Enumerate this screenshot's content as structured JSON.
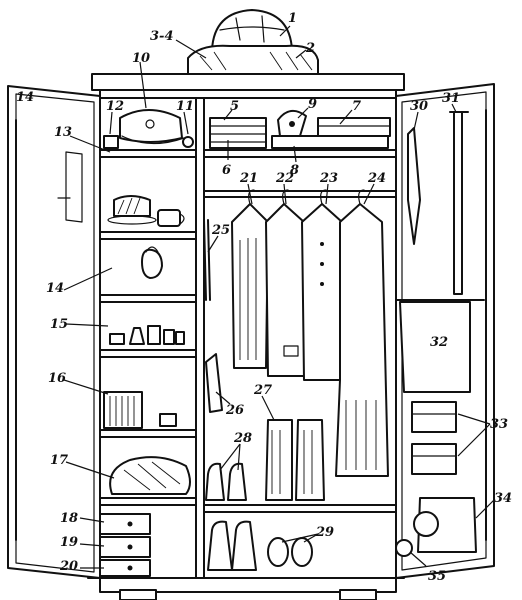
{
  "diagram": {
    "door_marker": "14",
    "callouts": [
      {
        "id": "c1",
        "text": "1"
      },
      {
        "id": "c2",
        "text": "2"
      },
      {
        "id": "c34",
        "text": "3-4"
      },
      {
        "id": "c5",
        "text": "5"
      },
      {
        "id": "c6",
        "text": "6"
      },
      {
        "id": "c7",
        "text": "7"
      },
      {
        "id": "c8",
        "text": "8"
      },
      {
        "id": "c9",
        "text": "9"
      },
      {
        "id": "c10",
        "text": "10"
      },
      {
        "id": "c11",
        "text": "11"
      },
      {
        "id": "c12",
        "text": "12"
      },
      {
        "id": "c13",
        "text": "13"
      },
      {
        "id": "c14",
        "text": "14"
      },
      {
        "id": "c15",
        "text": "15"
      },
      {
        "id": "c16",
        "text": "16"
      },
      {
        "id": "c17",
        "text": "17"
      },
      {
        "id": "c18",
        "text": "18"
      },
      {
        "id": "c19",
        "text": "19"
      },
      {
        "id": "c20",
        "text": "20"
      },
      {
        "id": "c21",
        "text": "21"
      },
      {
        "id": "c22",
        "text": "22"
      },
      {
        "id": "c23",
        "text": "23"
      },
      {
        "id": "c24",
        "text": "24"
      },
      {
        "id": "c25",
        "text": "25"
      },
      {
        "id": "c26",
        "text": "26"
      },
      {
        "id": "c27",
        "text": "27"
      },
      {
        "id": "c28",
        "text": "28"
      },
      {
        "id": "c29",
        "text": "29"
      },
      {
        "id": "c30",
        "text": "30"
      },
      {
        "id": "c31",
        "text": "31"
      },
      {
        "id": "c32",
        "text": "32"
      },
      {
        "id": "c33",
        "text": "33"
      },
      {
        "id": "c34b",
        "text": "34"
      },
      {
        "id": "c35",
        "text": "35"
      }
    ]
  }
}
